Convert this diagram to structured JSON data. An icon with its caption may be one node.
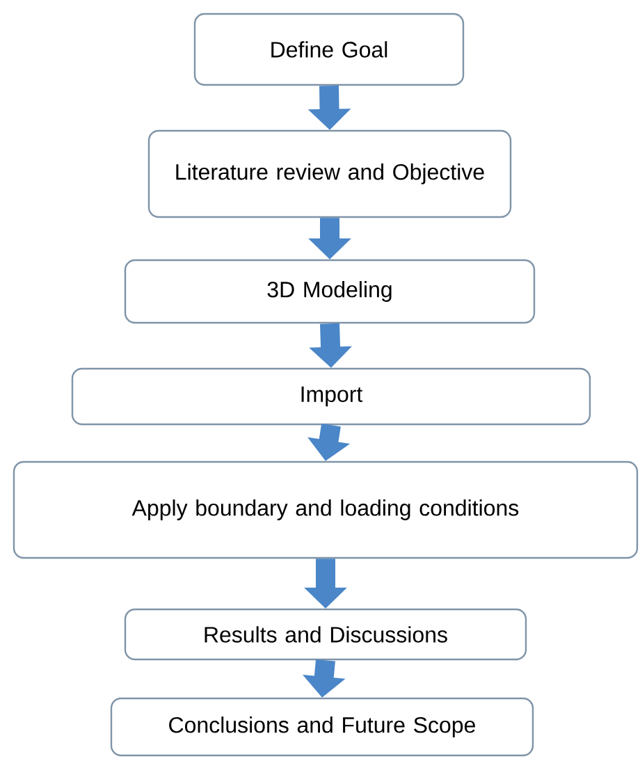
{
  "diagram": {
    "nodes": [
      {
        "text": [
          "Define Goal"
        ]
      },
      {
        "text": [
          "Literature review and Objective"
        ]
      },
      {
        "text": [
          "3D Modeling"
        ]
      },
      {
        "text": [
          "Import"
        ]
      },
      {
        "text": [
          "Apply boundary and loading conditions"
        ]
      },
      {
        "text": [
          "Results and Discussions"
        ]
      },
      {
        "text": [
          "Conclusions and Future Scope"
        ]
      }
    ],
    "edges": [
      {
        "from": 0,
        "to": 1,
        "arrow": "to"
      },
      {
        "from": 1,
        "to": 2,
        "arrow": "to"
      },
      {
        "from": 2,
        "to": 3,
        "arrow": "to"
      },
      {
        "from": 3,
        "to": 4,
        "arrow": "to"
      },
      {
        "from": 4,
        "to": 5,
        "arrow": "to"
      },
      {
        "from": 5,
        "to": 6,
        "arrow": "to"
      }
    ]
  }
}
